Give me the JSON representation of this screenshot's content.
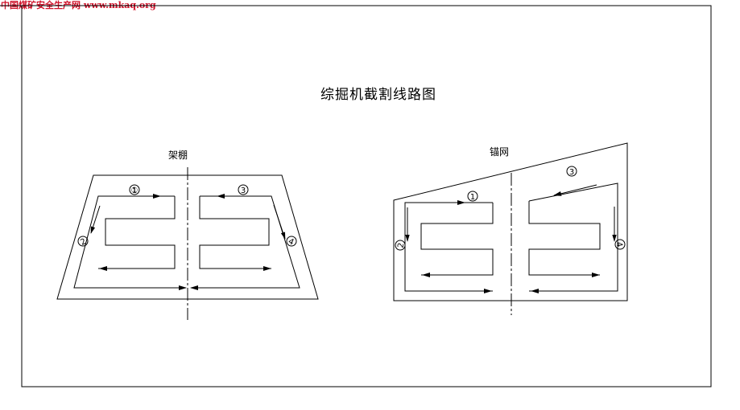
{
  "watermark": "中国煤矿安全生产网 www.mkaq.org",
  "title": "综掘机截割线路图",
  "left": {
    "label": "架棚"
  },
  "right": {
    "label": "锚网"
  },
  "markers": [
    "①",
    "②",
    "③",
    "④"
  ],
  "colors": {
    "line": "#000000",
    "watermark": "#d0142c"
  }
}
